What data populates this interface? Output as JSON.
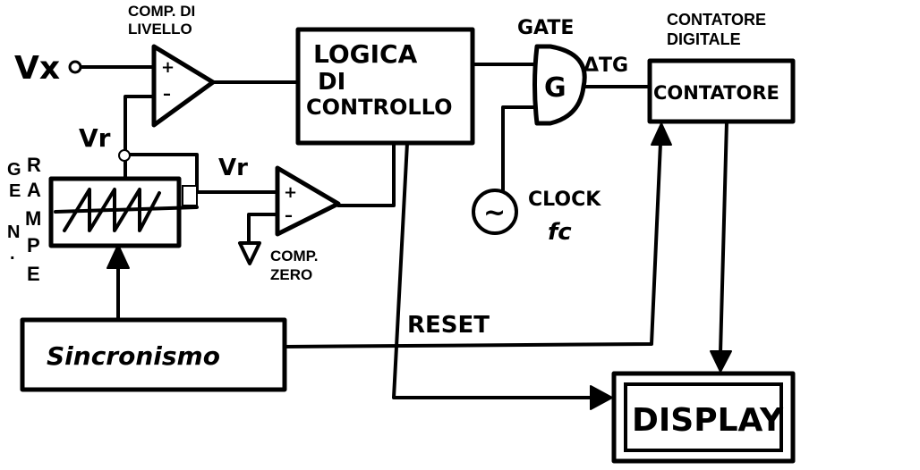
{
  "labels": {
    "comp_livello_line1": "COMP. DI",
    "comp_livello_line2": "LIVELLO",
    "contatore_digitale_line1": "CONTATORE",
    "contatore_digitale_line2": "DIGITALE",
    "comp_zero_line1": "COMP.",
    "comp_zero_line2": "ZERO",
    "gen_rampe_left": [
      "G",
      "E",
      "N",
      "."
    ],
    "gen_rampe_right": [
      "R",
      "A",
      "M",
      "P",
      "E"
    ],
    "vx": "Vx",
    "vr_top": "Vr",
    "vr_mid": "Vr",
    "gate": "GATE",
    "delta_tg": "ΔTG",
    "clock": "CLOCK",
    "fc": "fc",
    "reset": "RESET"
  },
  "blocks": {
    "logica_line1": "LOGICA",
    "logica_line2": "DI",
    "logica_line3": "CONTROLLO",
    "gate_symbol": "G",
    "contatore": "CONTATORE",
    "sincronismo": "Sincronismo",
    "display": "DISPLAY",
    "clock_symbol": "~"
  }
}
